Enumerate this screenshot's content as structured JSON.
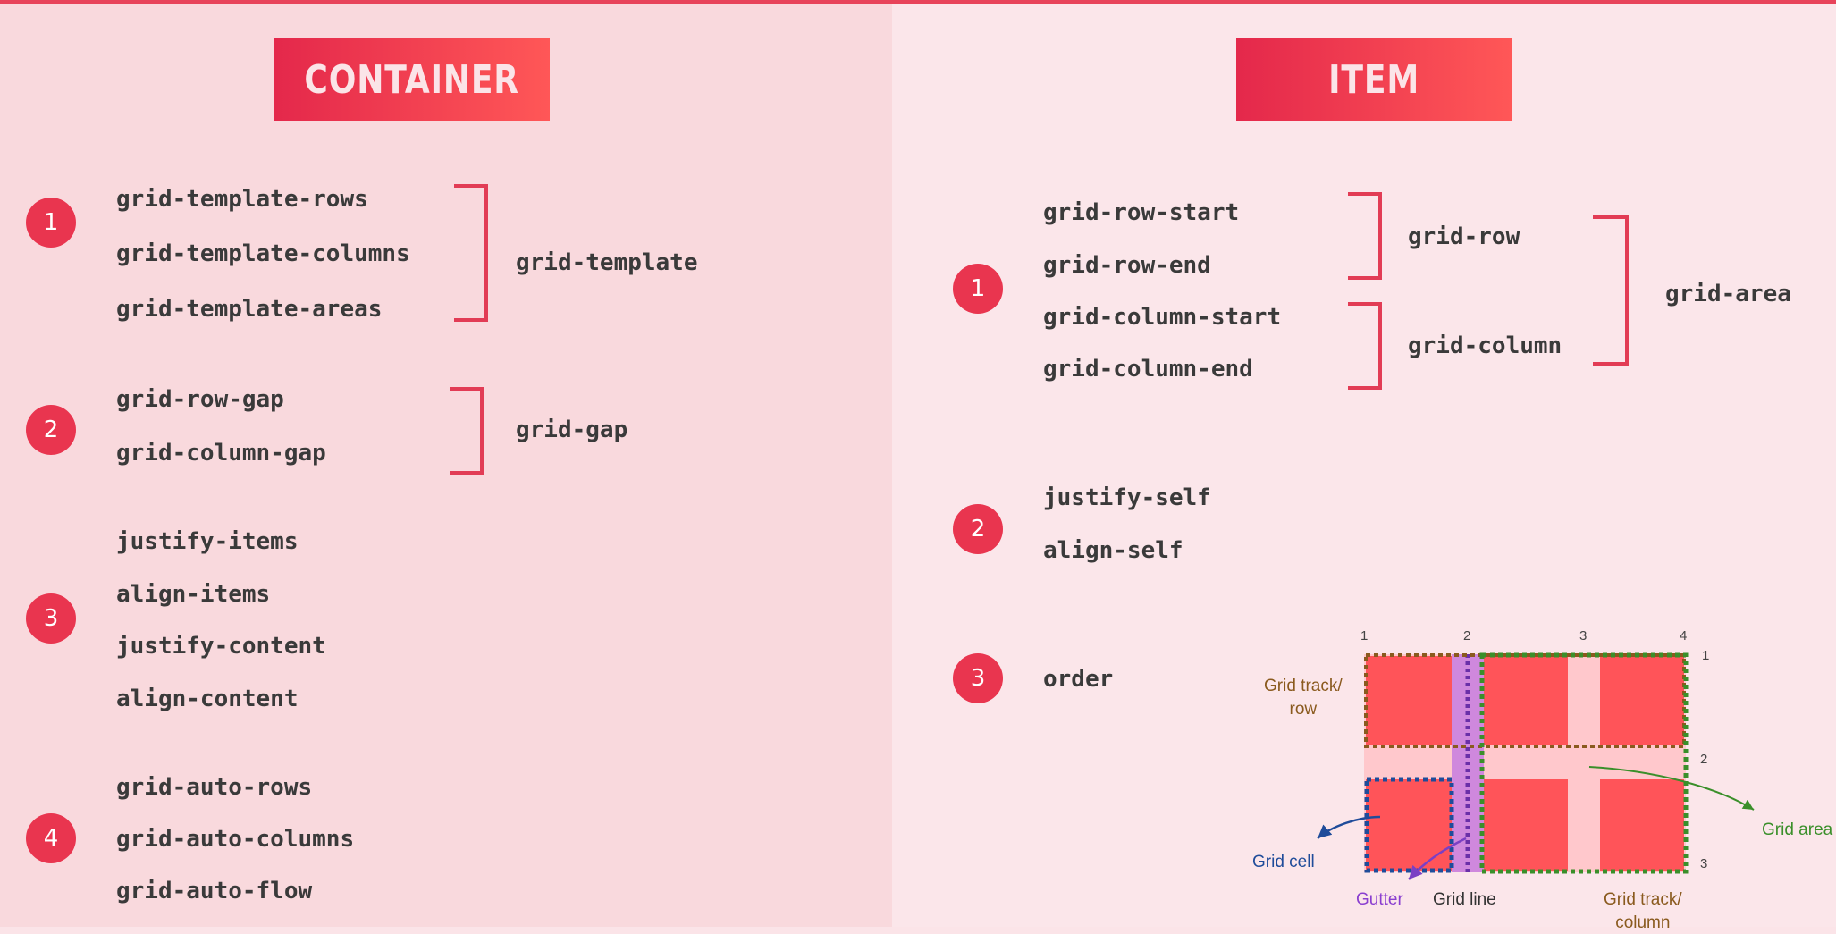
{
  "container": {
    "title": "CONTAINER",
    "groups": [
      {
        "number": "1",
        "props": [
          "grid-template-rows",
          "grid-template-columns",
          "grid-template-areas"
        ],
        "shorthand": "grid-template"
      },
      {
        "number": "2",
        "props": [
          "grid-row-gap",
          "grid-column-gap"
        ],
        "shorthand": "grid-gap"
      },
      {
        "number": "3",
        "props": [
          "justify-items",
          "align-items",
          "justify-content",
          "align-content"
        ]
      },
      {
        "number": "4",
        "props": [
          "grid-auto-rows",
          "grid-auto-columns",
          "grid-auto-flow"
        ]
      }
    ]
  },
  "item": {
    "title": "ITEM",
    "groups": [
      {
        "number": "1",
        "props": [
          "grid-row-start",
          "grid-row-end",
          "grid-column-start",
          "grid-column-end"
        ],
        "row_shorthand": "grid-row",
        "column_shorthand": "grid-column",
        "shorthand": "grid-area"
      },
      {
        "number": "2",
        "props": [
          "justify-self",
          "align-self"
        ]
      },
      {
        "number": "3",
        "props": [
          "order"
        ]
      }
    ]
  },
  "diagram": {
    "column_lines": [
      "1",
      "2",
      "3",
      "4"
    ],
    "row_lines": [
      "1",
      "2",
      "3"
    ],
    "labels": {
      "track_row": [
        "Grid track/",
        "row"
      ],
      "area": "Grid area",
      "cell": "Grid cell",
      "gutter": "Gutter",
      "line": "Grid line",
      "track_column": [
        "Grid track/",
        "column"
      ]
    },
    "colors": {
      "cell": "#ff5459",
      "gap": "#ffc8cc",
      "row_track": "#8a5a1e",
      "area": "#3a8f2a",
      "cell_outline": "#1f4c9a",
      "gutter": "#b86ee0",
      "line": "#6a2fa8"
    }
  }
}
